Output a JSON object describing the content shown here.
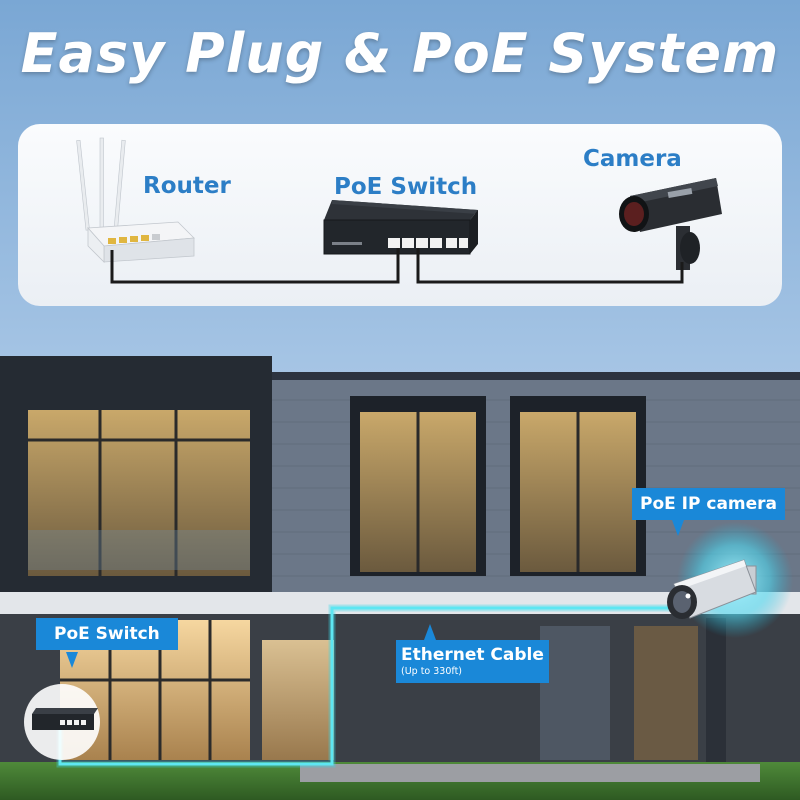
{
  "title": "Easy Plug & PoE System",
  "diagram": {
    "router_label": "Router",
    "switch_label": "PoE Switch",
    "camera_label": "Camera"
  },
  "house_scene": {
    "switch_callout": "PoE Switch",
    "camera_callout": "PoE IP camera",
    "cable_callout": "Ethernet Cable",
    "cable_note": "(Up to 330ft)"
  },
  "colors": {
    "accent": "#1a88d8",
    "label_blue": "#2c7ec6",
    "cable_glow": "#38d6e8"
  }
}
